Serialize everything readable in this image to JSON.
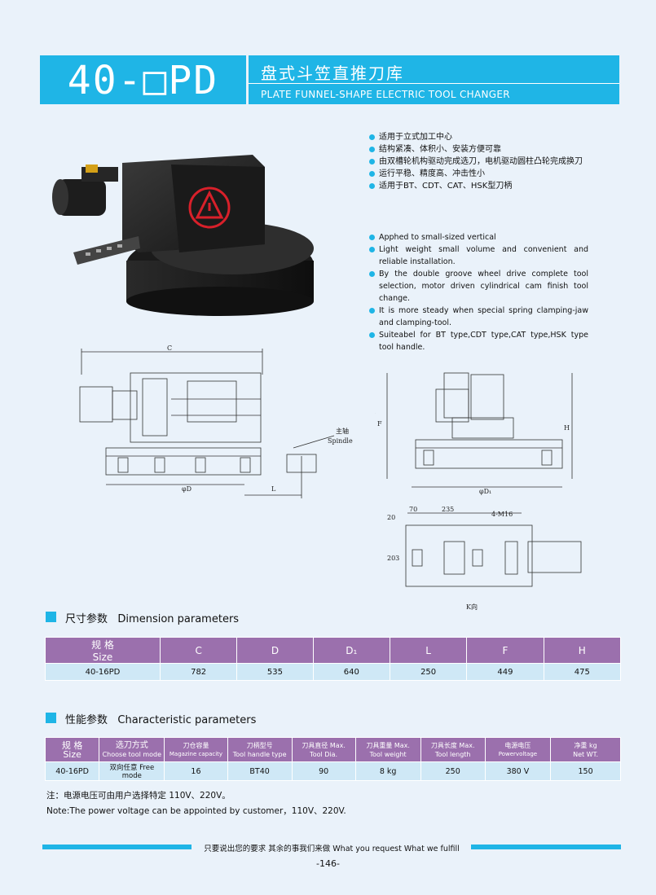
{
  "header": {
    "model": "40-□PD",
    "title_cn": "盘式斗笠直推刀库",
    "title_en": "PLATE FUNNEL-SHAPE ELECTRIC TOOL CHANGER"
  },
  "features_cn": [
    "适用于立式加工中心",
    "结构紧凑、体积小、安装方便可靠",
    "由双槽轮机构驱动完成选刀，电机驱动圆柱凸轮完成换刀",
    "运行平稳、精度高、冲击性小",
    "适用于BT、CDT、CAT、HSK型刀柄"
  ],
  "features_en": [
    "Apphed to small-sized vertical",
    "Light weight small volume and convenient and reliable installation.",
    "By the double groove wheel drive complete tool selection, motor driven cylindrical cam finish tool change.",
    "It is more steady when special spring clamping-jaw and clamping-tool.",
    "Suiteabel for BT type,CDT type,CAT type,HSK type tool handle."
  ],
  "drawing": {
    "label_c": "C",
    "label_d": "φD",
    "label_l": "L",
    "spindle_cn": "主轴",
    "spindle_en": "Spindle",
    "label_k": "K",
    "label_f": "F",
    "label_h": "H",
    "label_d1": "φD₁",
    "dim_70": "70",
    "dim_235": "235",
    "dim_20": "20",
    "dim_203": "203",
    "dim_m16": "4-M16",
    "view_k": "K向"
  },
  "dimension": {
    "heading_cn": "尺寸参数",
    "heading_en": "Dimension parameters",
    "headers": {
      "size_cn": "规  格",
      "size_en": "Size",
      "c": "C",
      "d": "D",
      "d1": "D₁",
      "l": "L",
      "f": "F",
      "h": "H"
    },
    "row": {
      "size": "40-16PD",
      "c": "782",
      "d": "535",
      "d1": "640",
      "l": "250",
      "f": "449",
      "h": "475"
    }
  },
  "characteristic": {
    "heading_cn": "性能参数",
    "heading_en": "Characteristic parameters",
    "headers": [
      {
        "cn": "规  格",
        "en": "Size"
      },
      {
        "cn": "选刀方式",
        "en": "Choose tool mode"
      },
      {
        "cn": "刀仓容量",
        "en": "Magazine capacity"
      },
      {
        "cn": "刀柄型号",
        "en": "Tool handle type"
      },
      {
        "cn": "刀具直径 Max.",
        "en": "Tool Dia."
      },
      {
        "cn": "刀具重量 Max.",
        "en": "Tool weight"
      },
      {
        "cn": "刀具长度 Max.",
        "en": "Tool length"
      },
      {
        "cn": "电源电压",
        "en": "Powervoltage"
      },
      {
        "cn": "净重 kg",
        "en": "Net WT."
      }
    ],
    "row": [
      "40-16PD",
      "双向任意 Free mode",
      "16",
      "BT40",
      "90",
      "8 kg",
      "250",
      "380 V",
      "150"
    ]
  },
  "notes": {
    "cn": "注：电源电压可由用户选择特定 110V、220V。",
    "en": "Note:The power voltage can be appointed by customer，110V、220V."
  },
  "footer": {
    "slogan": "只要说出您的要求  其余的事我们来做   What you request What we fulfill",
    "page": "-146-"
  },
  "colors": {
    "accent": "#1fb5e6",
    "table_header": "#9b70ad",
    "table_cell": "#cfe8f6",
    "logo": "#d8202a"
  }
}
